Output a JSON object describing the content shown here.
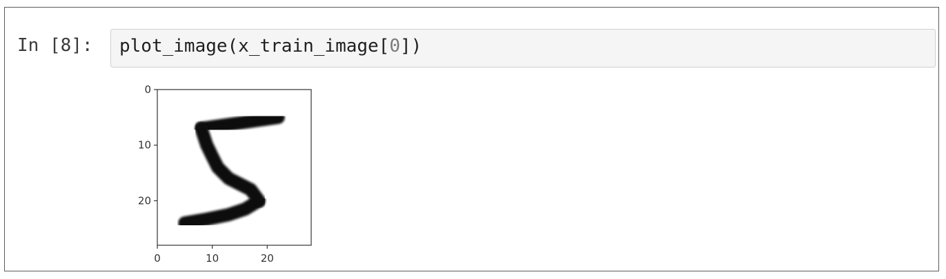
{
  "cell": {
    "prompt": "In [8]:",
    "code_before": "plot_image(x_train_image[",
    "code_index": "0",
    "code_after": "])"
  },
  "chart_data": {
    "type": "heatmap",
    "title": "",
    "xlabel": "",
    "ylabel": "",
    "xlim": [
      0,
      28
    ],
    "ylim": [
      28,
      0
    ],
    "x_ticks": [
      "0",
      "10",
      "20"
    ],
    "y_ticks": [
      "0",
      "10",
      "20"
    ],
    "colormap": "binary",
    "ink_color": "#111111",
    "background_color": "#ffffff",
    "strokes": [
      {
        "points": [
          [
            8,
            7
          ],
          [
            22,
            5
          ]
        ],
        "width": 2.4
      },
      {
        "points": [
          [
            8,
            7
          ],
          [
            9,
            10
          ],
          [
            10,
            12
          ],
          [
            11,
            14
          ],
          [
            13,
            16
          ],
          [
            15,
            17
          ],
          [
            17,
            18
          ],
          [
            18.5,
            20
          ]
        ],
        "width": 2.4
      },
      {
        "points": [
          [
            18.5,
            20
          ],
          [
            16,
            21.5
          ],
          [
            13,
            22.5
          ],
          [
            9,
            23.3
          ],
          [
            5,
            24
          ]
        ],
        "width": 2.4
      }
    ]
  }
}
